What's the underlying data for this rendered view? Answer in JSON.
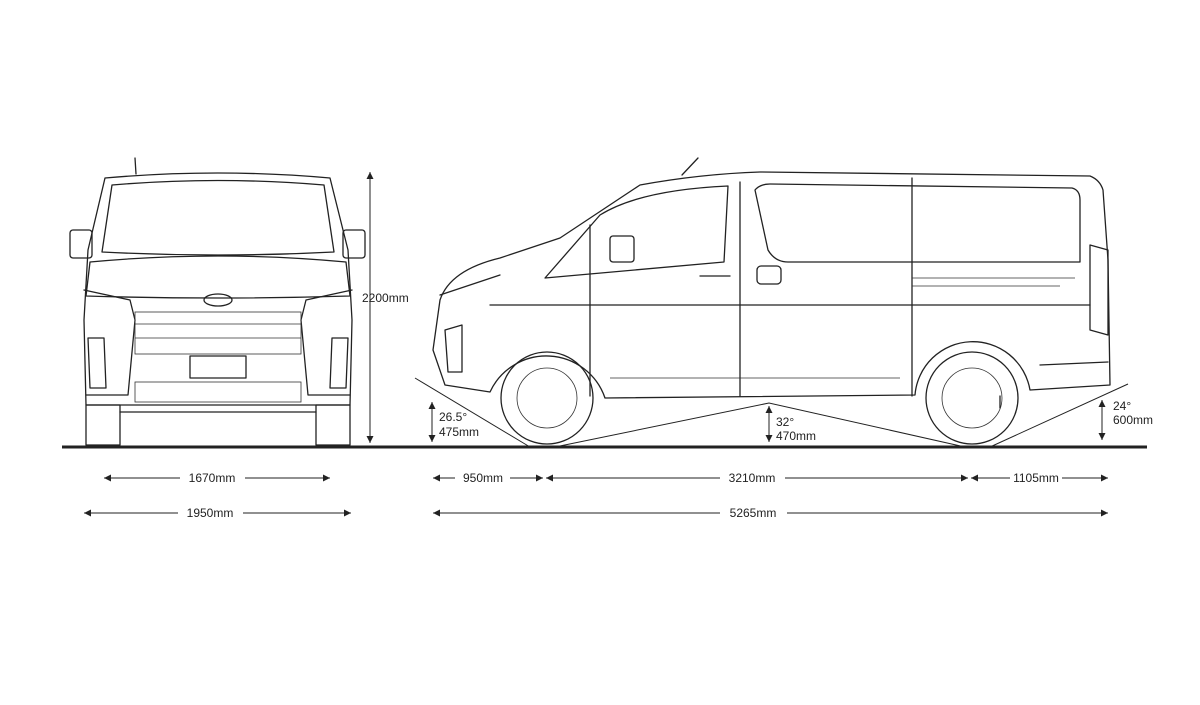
{
  "diagram": {
    "front_view": {
      "track_width": "1670mm",
      "overall_width": "1950mm",
      "overall_height": "2200mm"
    },
    "side_view": {
      "approach_angle": "26.5°",
      "front_ground_clearance": "475mm",
      "ramp_angle": "32°",
      "ramp_clearance": "470mm",
      "departure_angle": "24°",
      "rear_clearance": "600mm",
      "front_overhang": "950mm",
      "wheelbase": "3210mm",
      "rear_overhang": "1105mm",
      "overall_length": "5265mm"
    },
    "colors": {
      "line": "#222222",
      "background": "#ffffff"
    }
  }
}
